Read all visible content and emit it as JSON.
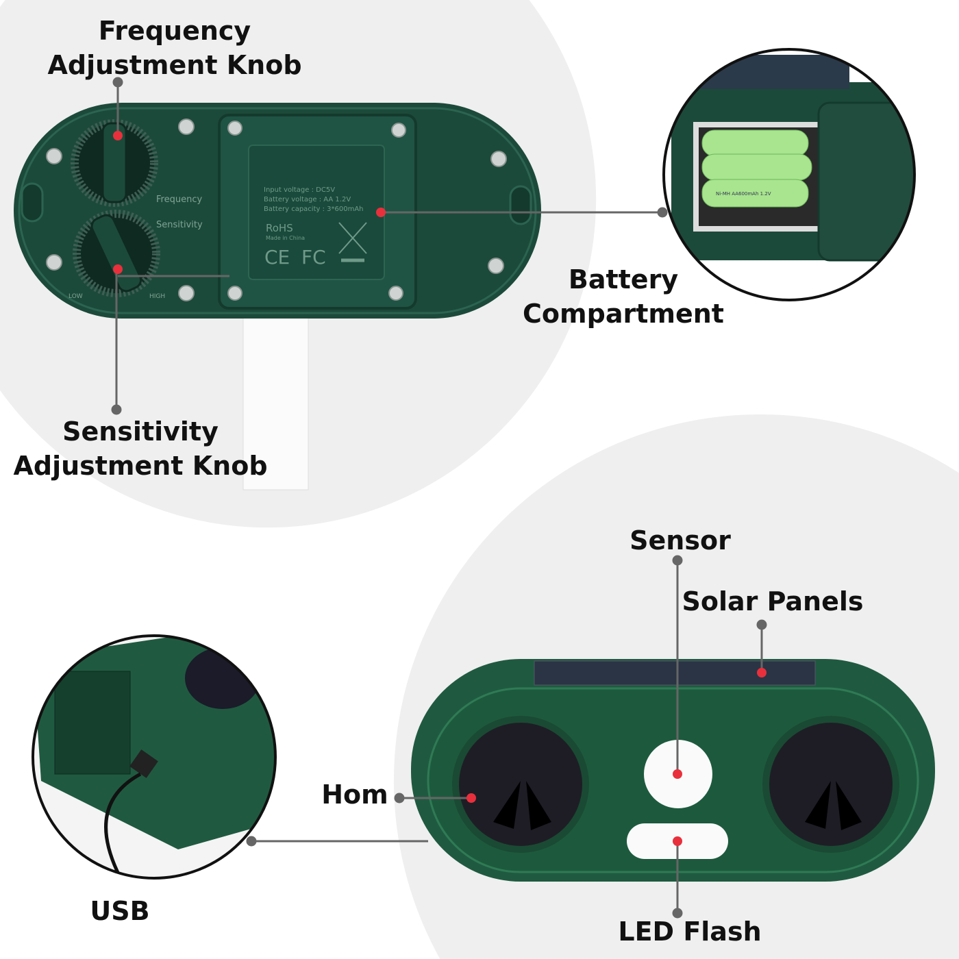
{
  "labels": {
    "frequency_knob": [
      "Frequency",
      "Adjustment Knob"
    ],
    "battery": [
      "Battery",
      "Compartment"
    ],
    "sensitivity_knob": [
      "Sensitivity",
      "Adjustment Knob"
    ],
    "sensor": "Sensor",
    "solar": "Solar Panels",
    "horn": "Hom",
    "usb": "USB",
    "led": "LED Flash"
  },
  "device_back": {
    "knob_frequency_caption": "Frequency",
    "knob_sensitivity_caption": "Sensitivity",
    "low": "LOW",
    "high": "HIGH",
    "spec_lines": [
      "Input voltage : DC5V",
      "Battery voltage : AA 1.2V",
      "Battery capacity : 3*600mAh"
    ],
    "rohs": "RoHS",
    "made_in": "Made in China",
    "ce": "CE",
    "fc": "FC"
  },
  "battery_text": "Ni-MH AA600mAh 1.2V",
  "colors": {
    "marker": "#e8303c",
    "leader": "#666666",
    "device_green": "#1f5a40",
    "back_green": "#1c4a3a",
    "bg_circle": "#efefef"
  }
}
